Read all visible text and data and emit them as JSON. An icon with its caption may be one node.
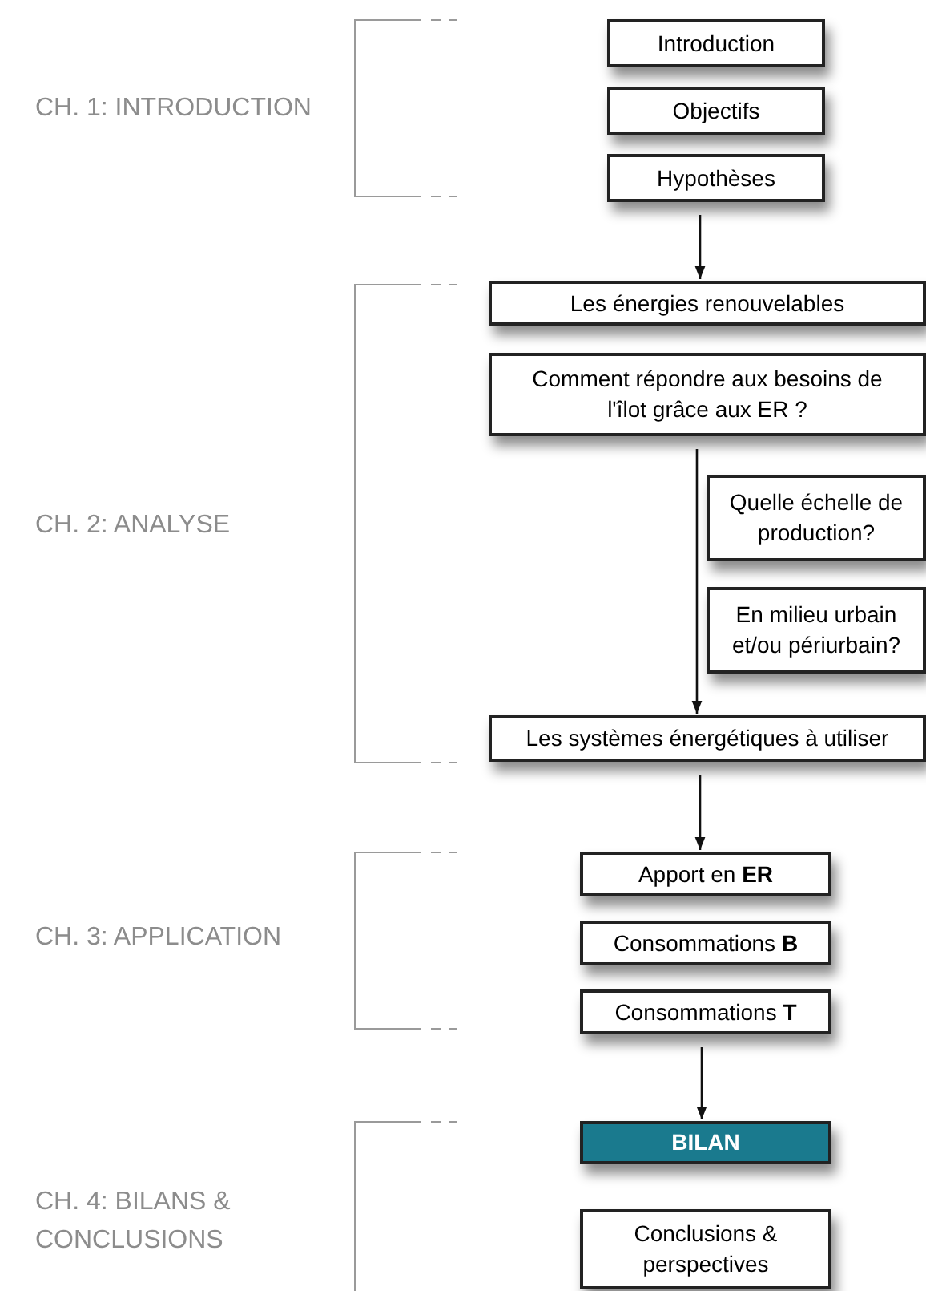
{
  "diagram": {
    "nodes": [
      {
        "text": [
          "Introduction"
        ]
      },
      {
        "text": [
          "Objectifs"
        ]
      },
      {
        "text": [
          "Hypothèses"
        ]
      },
      {
        "text": [
          "Les énergies renouvelables"
        ]
      },
      {
        "text": [
          "Comment répondre aux besoins de l'îlot grâce aux ER ?"
        ]
      },
      {
        "text": [
          "Quelle échelle de production?"
        ]
      },
      {
        "text": [
          "En milieu urbain et/ou périurbain?"
        ]
      },
      {
        "text": [
          "Les systèmes énergétiques à utiliser"
        ]
      },
      {
        "text": [
          "Apport en **ER**"
        ]
      },
      {
        "text": [
          "Consommations **B**"
        ]
      },
      {
        "text": [
          "Consommations **T**"
        ]
      },
      {
        "text": [
          "BILAN"
        ]
      },
      {
        "text": [
          "Conclusions & perspectives"
        ]
      }
    ],
    "edges": [
      {
        "from": 2,
        "to": 3,
        "arrow": "to"
      },
      {
        "from": 4,
        "to": 7,
        "arrow": "to"
      },
      {
        "from": 7,
        "to": 8,
        "arrow": "to"
      },
      {
        "from": 10,
        "to": 11,
        "arrow": "to"
      }
    ],
    "labels": [
      "CH. 1: INTRODUCTION",
      "CH. 2: ANALYSE",
      "CH. 3: APPLICATION",
      "CH. 4: BILANS & CONCLUSIONS"
    ]
  }
}
